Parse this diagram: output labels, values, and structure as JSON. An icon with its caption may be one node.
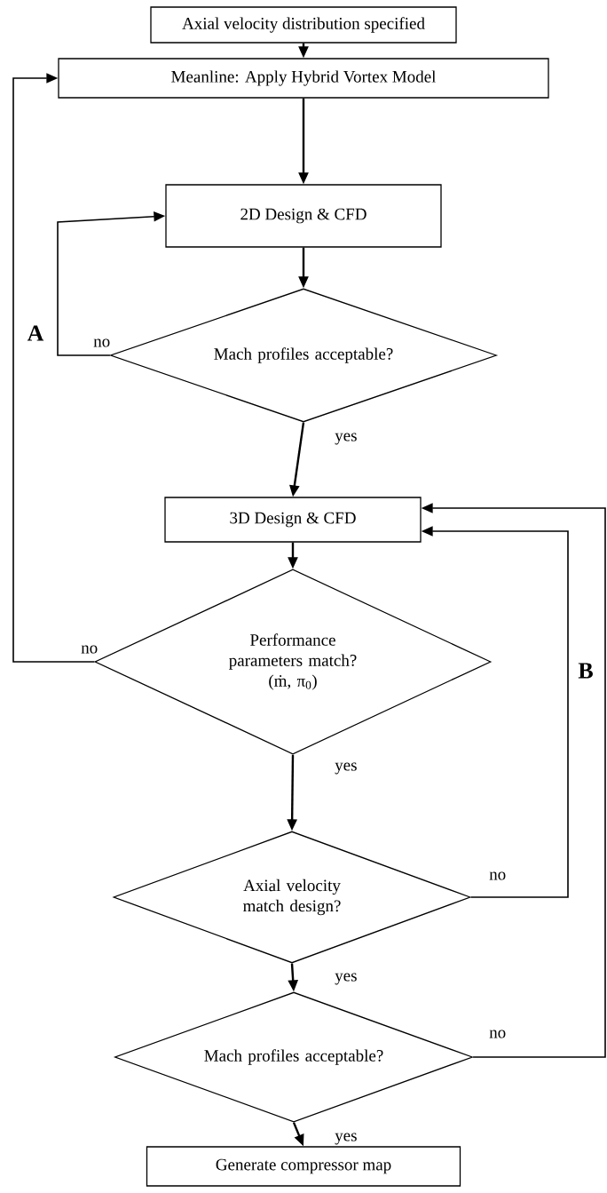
{
  "diagram": {
    "nodes": [
      {
        "text": [
          "Axial velocity distribution specified"
        ]
      },
      {
        "text": [
          "Meanline: Apply Hybrid Vortex Model"
        ]
      },
      {
        "text": [
          "2D Design & CFD"
        ]
      },
      {
        "text": [
          "Mach profiles acceptable?"
        ]
      },
      {
        "text": [
          "3D Design & CFD"
        ]
      },
      {
        "text": [
          "Performance parameters match?",
          "(ṁ, π$_{0}$)"
        ]
      },
      {
        "text": [
          "Axial velocity match design?"
        ]
      },
      {
        "text": [
          "Mach profiles acceptable?"
        ]
      },
      {
        "text": [
          "Generate compressor map"
        ]
      }
    ],
    "edges": [
      {
        "from": 0,
        "to": 1,
        "arrow": "to"
      },
      {
        "from": 1,
        "to": 2,
        "arrow": "to"
      },
      {
        "from": 2,
        "to": 3,
        "arrow": "to"
      },
      {
        "from": 3,
        "to": 2,
        "arrow": "to",
        "label": "no"
      },
      {
        "from": 3,
        "to": 4,
        "arrow": "to",
        "label": "yes"
      },
      {
        "from": 4,
        "to": 5,
        "arrow": "to"
      },
      {
        "from": 5,
        "to": 1,
        "arrow": "to",
        "label": "no"
      },
      {
        "from": 5,
        "to": 6,
        "arrow": "to",
        "label": "yes"
      },
      {
        "from": 6,
        "to": 4,
        "arrow": "to",
        "label": "no"
      },
      {
        "from": 6,
        "to": 7,
        "arrow": "to",
        "label": "yes"
      },
      {
        "from": 7,
        "to": 4,
        "arrow": "to",
        "label": "no"
      },
      {
        "from": 7,
        "to": 8,
        "arrow": "to",
        "label": "yes"
      }
    ],
    "labels": [
      "A",
      "B"
    ]
  }
}
